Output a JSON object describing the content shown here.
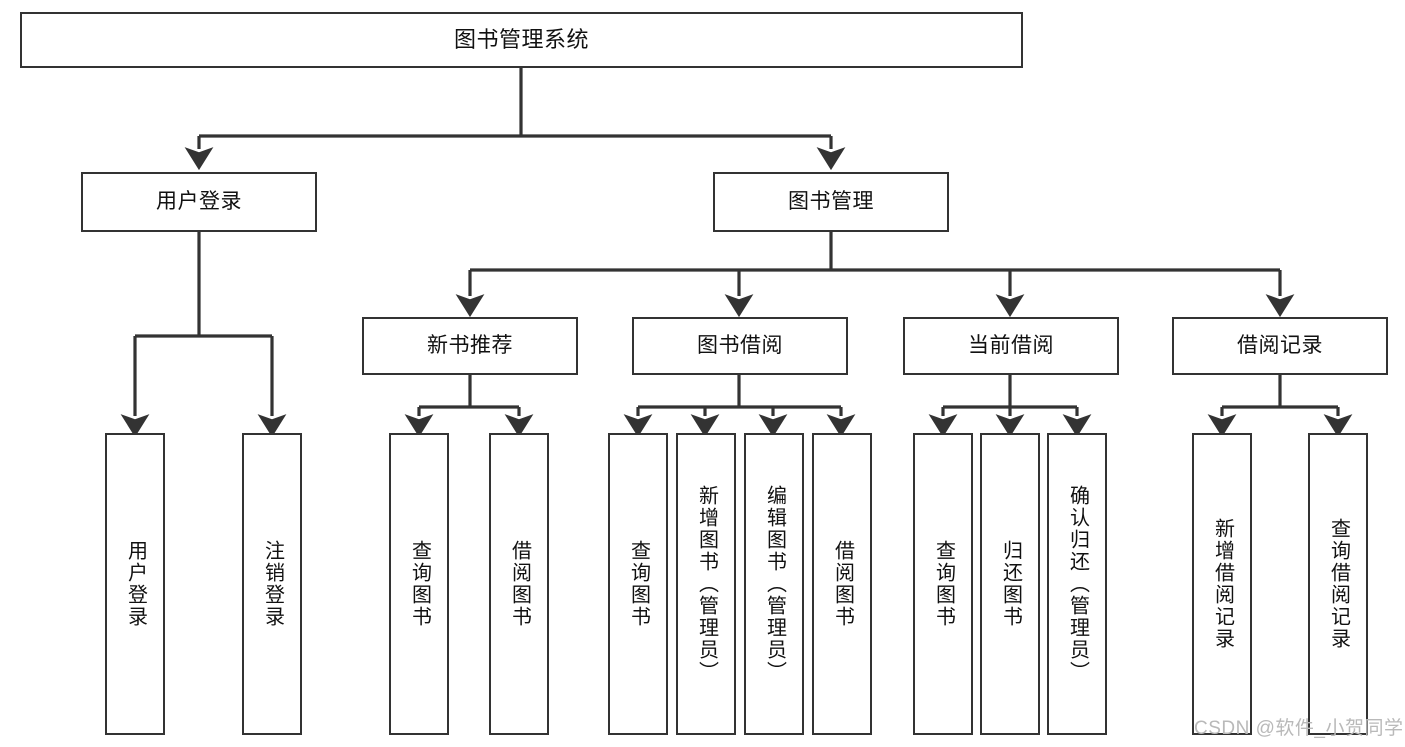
{
  "diagram": {
    "title": "图书管理系统",
    "type": "tree-hierarchy",
    "stroke_color": "#333333",
    "background_color": "#ffffff",
    "text_color": "#111111"
  },
  "root": {
    "label": "图书管理系统"
  },
  "level2": [
    {
      "label": "用户登录"
    },
    {
      "label": "图书管理"
    }
  ],
  "level3": [
    {
      "label": "新书推荐"
    },
    {
      "label": "图书借阅"
    },
    {
      "label": "当前借阅"
    },
    {
      "label": "借阅记录"
    }
  ],
  "leaves": {
    "user_login": [
      {
        "label": "用户登录"
      },
      {
        "label": "注销登录"
      }
    ],
    "new_book_recommend": [
      {
        "label": "查询图书"
      },
      {
        "label": "借阅图书"
      }
    ],
    "book_borrow": [
      {
        "label": "查询图书"
      },
      {
        "label": "新增图书（管理员）"
      },
      {
        "label": "编辑图书（管理员）"
      },
      {
        "label": "借阅图书"
      }
    ],
    "current_borrow": [
      {
        "label": "查询图书"
      },
      {
        "label": "归还图书"
      },
      {
        "label": "确认归还（管理员）"
      }
    ],
    "borrow_record": [
      {
        "label": "新增借阅记录"
      },
      {
        "label": "查询借阅记录"
      }
    ]
  },
  "watermark": {
    "text": "CSDN @软件_小贺同学"
  }
}
